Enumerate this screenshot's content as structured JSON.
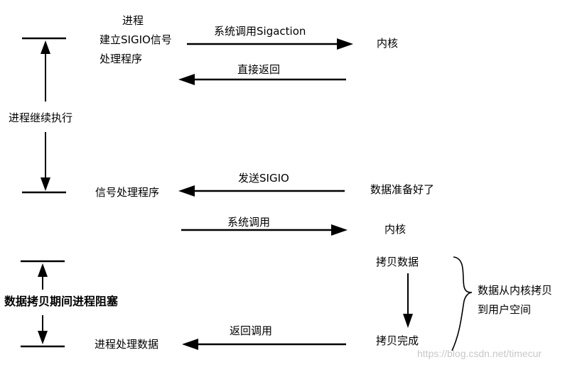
{
  "process_top": {
    "line1": "进程",
    "line2": "建立SIGIO信号",
    "line3": "处理程序"
  },
  "call_sigaction": "系统调用Sigaction",
  "kernel_top": "内核",
  "direct_return": "直接返回",
  "process_continues": "进程继续执行",
  "send_sigio": "发送SIGIO",
  "data_ready": "数据准备好了",
  "signal_handler": "信号处理程序",
  "syscall": "系统调用",
  "kernel_mid": "内核",
  "copy_data": "拷贝数据",
  "copy_complete": "拷贝完成",
  "blocked_during_copy": "数据拷贝期间进程阻塞",
  "copy_note": {
    "line1": "数据从内核拷贝",
    "line2": "到用户空间"
  },
  "return_call": "返回调用",
  "process_data": "进程处理数据",
  "watermark": "https://blog.csdn.net/timecur",
  "colors": {
    "ink": "#000000",
    "watermark": "#c8c8c8"
  }
}
